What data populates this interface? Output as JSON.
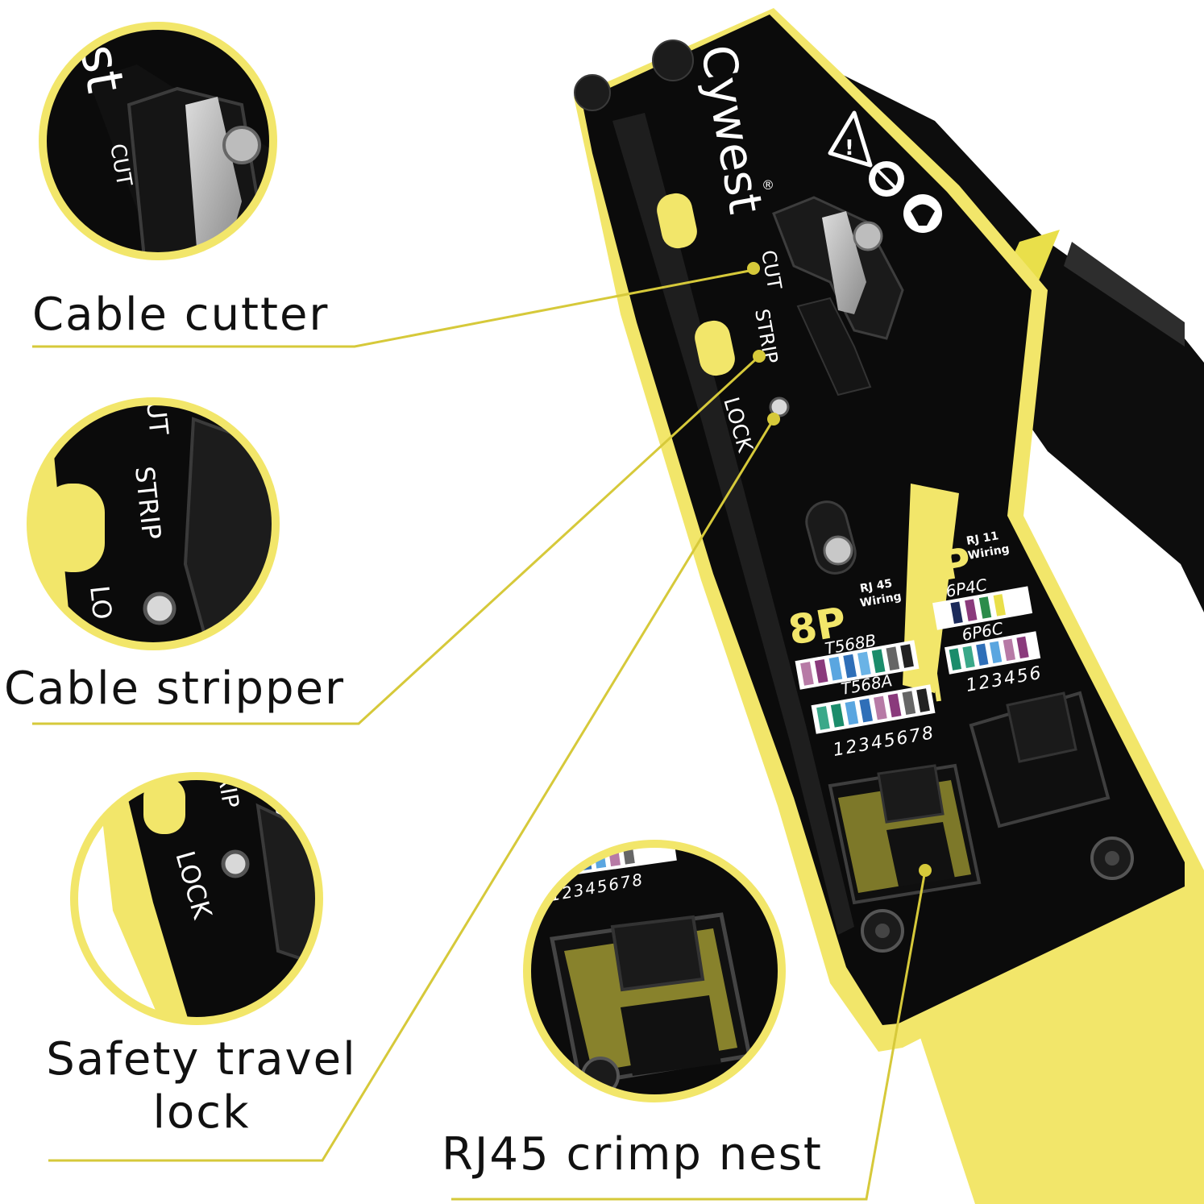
{
  "colors": {
    "accent_yellow": "#f2e66a",
    "body_black": "#0b0b0b",
    "leader_line": "#d6c93a",
    "label_text": "#111111"
  },
  "tool": {
    "brand": "Cywest",
    "registered_mark": "®",
    "slot_labels": {
      "cut": "CUT",
      "strip": "STRIP",
      "lock": "LOCK"
    },
    "plate": {
      "p8": "8P",
      "rj45": "RJ 45",
      "rj45_wiring": "Wiring",
      "p6": "6P",
      "rj11": "RJ 11",
      "rj11_wiring": "Wiring",
      "t568b": "T568B",
      "t568a": "T568A",
      "p6p4c": "6P4C",
      "p6p6c": "6P6C",
      "pins8": "12345678",
      "pins6": "123456"
    },
    "icons": [
      "warning-icon",
      "no-hand-icon",
      "crimp-icon"
    ]
  },
  "insets": {
    "cutter": {
      "brand_fragment": "st",
      "slot_label": "CUT"
    },
    "stripper": {
      "cut_fragment": "UT",
      "slot_label": "STRIP",
      "lock_fragment": "LO"
    },
    "lock": {
      "strip_fragment": "RIP",
      "slot_label": "LOCK"
    },
    "nest": {
      "pins": "12345678"
    }
  },
  "labels": {
    "cable_cutter": "Cable cutter",
    "cable_stripper": "Cable stripper",
    "safety_lock_line1": "Safety travel",
    "safety_lock_line2": "lock",
    "rj45_crimp_nest": "RJ45 crimp nest"
  }
}
